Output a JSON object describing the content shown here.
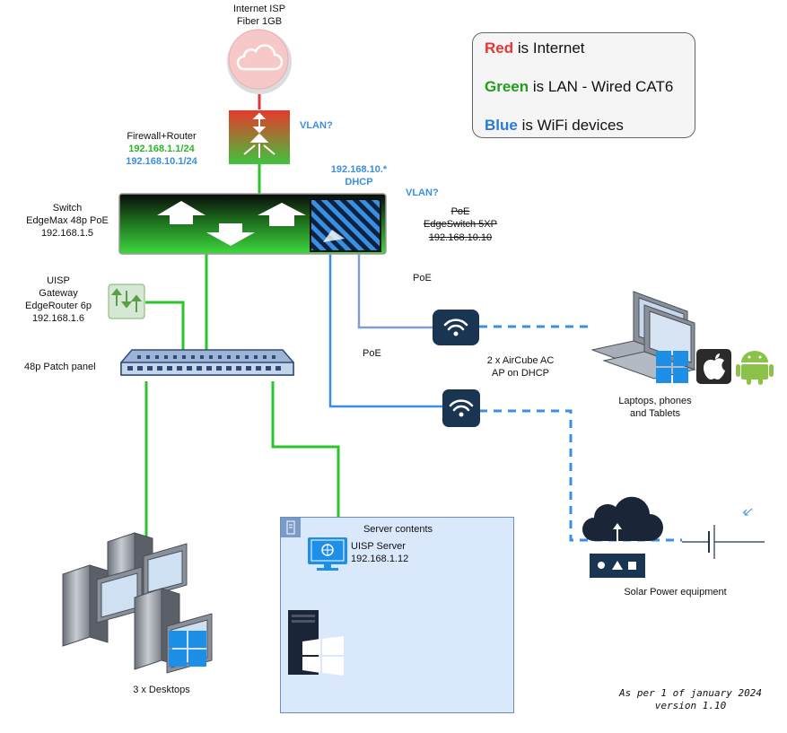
{
  "isp": {
    "line1": "Internet ISP",
    "line2": "Fiber 1GB"
  },
  "firewall": {
    "title": "Firewall+Router",
    "ip_lan": "192.168.1.1/24",
    "ip_wifi": "192.168.10.1/24",
    "vlan_note": "VLAN?"
  },
  "switch": {
    "line1": "Switch",
    "line2": "EdgeMax 48p PoE",
    "line3": "192.168.1.5"
  },
  "dhcp": {
    "line1": "192.168.10.*",
    "line2": "DHCP"
  },
  "poe_switch": {
    "vlan_note": "VLAN?",
    "line1": "PoE",
    "line2": "EdgeSwitch 5XP",
    "line3": "192.168.10.10"
  },
  "gateway": {
    "line1": "UISP",
    "line2": "Gateway",
    "line3": "EdgeRouter 6p",
    "line4": "192.168.1.6"
  },
  "patch_panel": {
    "label": "48p Patch panel"
  },
  "poe_top": "PoE",
  "poe_bottom": "PoE",
  "aircube": {
    "line1": "2 x AirCube AC",
    "line2": "AP on DHCP"
  },
  "devices": {
    "line1": "Laptops, phones",
    "line2": "and Tablets"
  },
  "solar": {
    "label": "Solar Power equipment"
  },
  "desktops": {
    "label": "3 x Desktops"
  },
  "server": {
    "title": "Server contents",
    "name": "UISP Server",
    "ip": "192.168.1.12"
  },
  "legend": {
    "red_key": "Red",
    "red_text": " is Internet",
    "green_key": "Green",
    "green_text": " is LAN - Wired CAT6",
    "blue_key": "Blue",
    "blue_text": " is WiFi devices"
  },
  "footer": {
    "line1": "As per 1 of january 2024",
    "line2": "version 1.10"
  },
  "colors": {
    "internet": "#e53535",
    "lan": "#2bc52b",
    "wifi": "#3a8fe0",
    "poe_link": "#7f9fd0"
  },
  "icons": [
    "cloud-icon",
    "firewall-icon",
    "switch-icon",
    "gateway-icon",
    "patch-panel-icon",
    "wifi-ap-icon",
    "laptop-icon",
    "windows-icon",
    "apple-icon",
    "android-icon",
    "solar-cloud-icon",
    "desktop-icon",
    "server-monitor-icon",
    "server-tower-icon"
  ]
}
